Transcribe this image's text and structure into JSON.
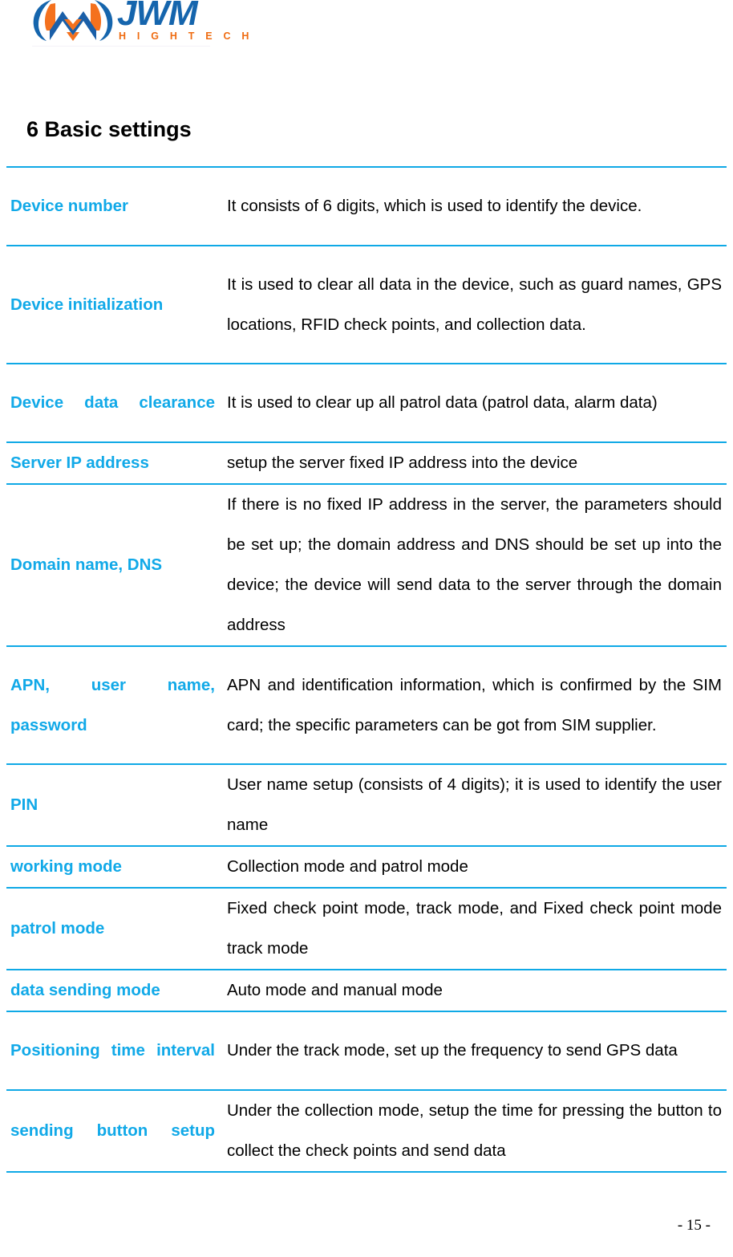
{
  "document": {
    "logo": {
      "mark_name": "jwm-logo-mark",
      "wordmark": "JWM",
      "tagline": "H I G H   T E C H",
      "brand_blue": "#1565ad",
      "brand_orange": "#ef6c12"
    },
    "heading": "6 Basic settings",
    "accent_color": "#11a9e8",
    "footer": {
      "page_number": "- 15 -"
    },
    "table": {
      "rows": [
        {
          "label": "Device number",
          "label_justify": false,
          "description": "It consists of 6 digits, which is used to identify the device.",
          "lines": 2
        },
        {
          "label": "Device initialization",
          "label_justify": false,
          "description": "It is used to clear all data in the device, such as guard names, GPS locations, RFID check points, and collection data.",
          "lines": 3
        },
        {
          "label": "Device data clearance",
          "label_justify": true,
          "description": "It is used to clear up all patrol data (patrol data, alarm data)",
          "lines": 2
        },
        {
          "label": "Server IP address",
          "label_justify": false,
          "description": "setup the server fixed IP address into the device",
          "lines": 1
        },
        {
          "label": "Domain name, DNS",
          "label_justify": false,
          "description": "If there is no fixed IP address in the server, the parameters should be set up; the domain address and DNS should be set up into the device; the device will send data to the server through the domain address",
          "lines": 4
        },
        {
          "label": "APN, user name, password",
          "label_justify": true,
          "description": "APN and identification information, which is confirmed by the SIM card; the specific parameters can be got from SIM supplier.",
          "lines": 3
        },
        {
          "label": "PIN",
          "label_justify": false,
          "description": "User name setup (consists of 4 digits); it is used to identify the user name",
          "lines": 2
        },
        {
          "label": "working mode",
          "label_justify": false,
          "description": "Collection mode and patrol mode",
          "lines": 1
        },
        {
          "label": "patrol mode",
          "label_justify": false,
          "description": "Fixed check point mode, track mode, and Fixed check point mode track mode",
          "lines": 2
        },
        {
          "label": "data sending mode",
          "label_justify": false,
          "description": "Auto mode and manual mode",
          "lines": 1
        },
        {
          "label": "Positioning time interval",
          "label_justify": true,
          "description": "Under the track mode, set up the frequency to send GPS data",
          "lines": 2
        },
        {
          "label": "sending button setup",
          "label_justify": true,
          "description": "Under the collection mode, setup the time for pressing the button to collect the check points and send data",
          "lines": 2
        }
      ]
    }
  }
}
